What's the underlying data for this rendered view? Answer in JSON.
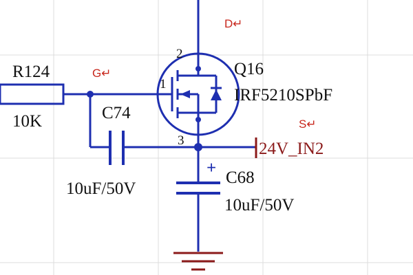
{
  "colors": {
    "wire": "#1e2fb0",
    "text": "#111111",
    "net_label": "#c8281e",
    "power": "#8b1a1a",
    "ground": "#8b1a1a",
    "grid": "#dcdcdc"
  },
  "net_labels": {
    "drain": "D↵",
    "gate": "G↵",
    "source": "S↵"
  },
  "power_port": {
    "label": "24V_IN2"
  },
  "components": {
    "r124": {
      "designator": "R124",
      "value": "10K"
    },
    "c74": {
      "designator": "C74",
      "value": "10uF/50V"
    },
    "c68": {
      "designator": "C68",
      "value": "10uF/50V",
      "polarity_mark": "+"
    },
    "q16": {
      "designator": "Q16",
      "part": "IRF5210SPbF"
    }
  },
  "pins": {
    "gate": "1",
    "drain": "2",
    "source": "3"
  }
}
